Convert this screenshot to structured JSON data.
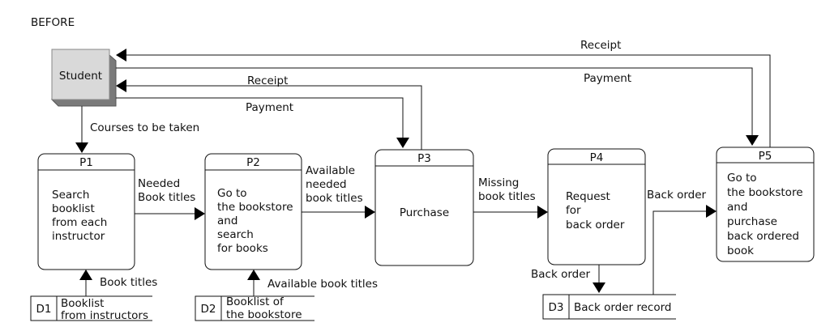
{
  "header": {
    "label": "BEFORE"
  },
  "entity": {
    "label": "Student"
  },
  "processes": [
    {
      "id": "P1",
      "lines": [
        "Search",
        "booklist",
        "from each",
        "instructor"
      ]
    },
    {
      "id": "P2",
      "lines": [
        "Go to",
        "the bookstore",
        "and",
        "search",
        "for books"
      ]
    },
    {
      "id": "P3",
      "lines": [
        "Purchase"
      ]
    },
    {
      "id": "P4",
      "lines": [
        "Request",
        "for",
        "back order"
      ]
    },
    {
      "id": "P5",
      "lines": [
        "Go to",
        "the bookstore",
        "and",
        "purchase",
        "back ordered",
        "book"
      ]
    }
  ],
  "stores": [
    {
      "id": "D1",
      "lines": [
        "Booklist",
        "from instructors"
      ]
    },
    {
      "id": "D2",
      "lines": [
        "Booklist of",
        "the bookstore"
      ]
    },
    {
      "id": "D3",
      "lines": [
        "Back order record"
      ]
    }
  ],
  "flows": {
    "receipt_p5": "Receipt",
    "payment_p5": "Payment",
    "receipt_p3": "Receipt",
    "payment_p3": "Payment",
    "courses": "Courses to be taken",
    "needed": [
      "Needed",
      "Book titles"
    ],
    "available": [
      "Available",
      "needed",
      "book titles"
    ],
    "missing": [
      "Missing",
      "book titles"
    ],
    "backorder_p5": "Back order",
    "backorder_d3": "Back order",
    "book_titles": "Book titles",
    "available_titles": "Available book titles"
  }
}
